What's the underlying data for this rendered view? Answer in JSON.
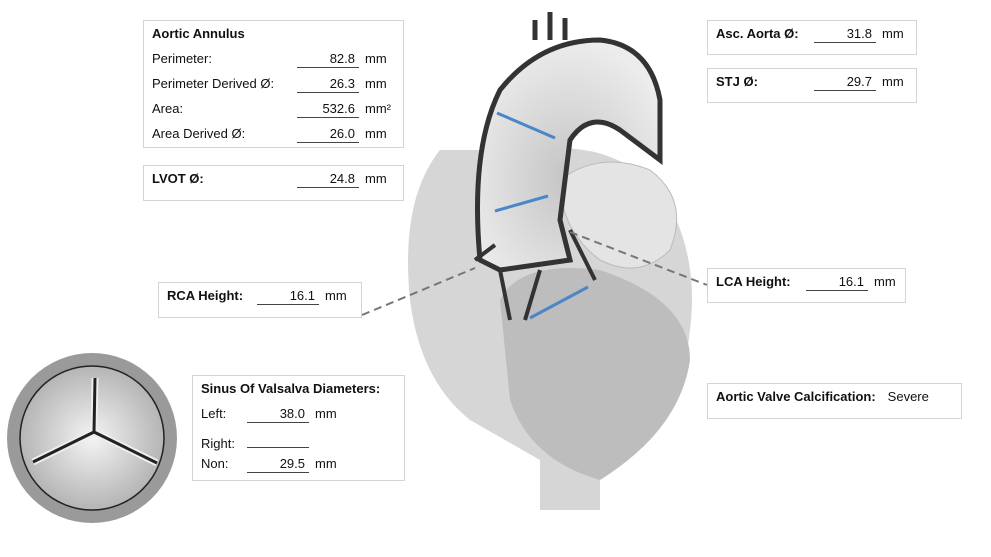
{
  "aortic_annulus": {
    "title": "Aortic Annulus",
    "rows": [
      {
        "label": "Perimeter:",
        "value": "82.8",
        "unit": "mm"
      },
      {
        "label": "Perimeter Derived Ø:",
        "value": "26.3",
        "unit": "mm"
      },
      {
        "label": "Area:",
        "value": "532.6",
        "unit": "mm²"
      },
      {
        "label": "Area Derived Ø:",
        "value": "26.0",
        "unit": "mm"
      }
    ]
  },
  "lvot": {
    "label": "LVOT Ø:",
    "value": "24.8",
    "unit": "mm"
  },
  "rca_height": {
    "label": "RCA Height:",
    "value": "16.1",
    "unit": "mm"
  },
  "sinus": {
    "title": "Sinus Of Valsalva Diameters:",
    "rows": [
      {
        "label": "Left:",
        "value": "38.0",
        "unit": "mm"
      },
      {
        "label": "Right:",
        "value": "",
        "unit": ""
      },
      {
        "label": "Non:",
        "value": "29.5",
        "unit": "mm"
      }
    ]
  },
  "asc_aorta": {
    "label": "Asc. Aorta Ø:",
    "value": "31.8",
    "unit": "mm"
  },
  "stj": {
    "label": "STJ Ø:",
    "value": "29.7",
    "unit": "mm"
  },
  "lca_height": {
    "label": "LCA Height:",
    "value": "16.1",
    "unit": "mm"
  },
  "calcification": {
    "label": "Aortic Valve Calcification:",
    "value": "Severe"
  },
  "colors": {
    "arrow": "#4a86c8",
    "heart": "#c8c8c8"
  }
}
